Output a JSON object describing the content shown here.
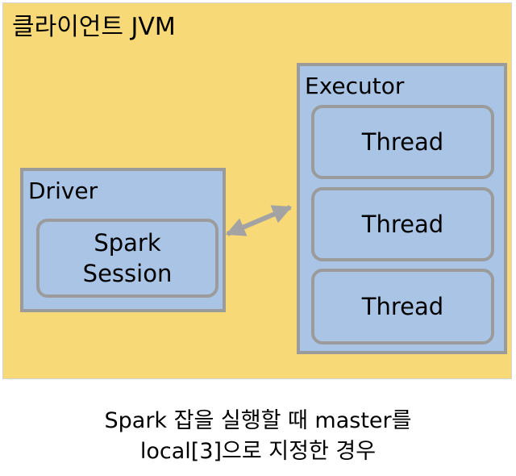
{
  "jvm": {
    "title": "클라이언트 JVM"
  },
  "driver": {
    "title": "Driver",
    "session_label": "Spark\nSession"
  },
  "executor": {
    "title": "Executor",
    "threads": [
      "Thread",
      "Thread",
      "Thread"
    ]
  },
  "caption": "Spark 잡을 실행할 때 master를\nlocal[3]으로 지정한 경우",
  "colors": {
    "jvm_background": "#f8d977",
    "box_fill": "#a9c4e4",
    "box_border": "#9b9b9b",
    "arrow": "#a3a3a3"
  }
}
